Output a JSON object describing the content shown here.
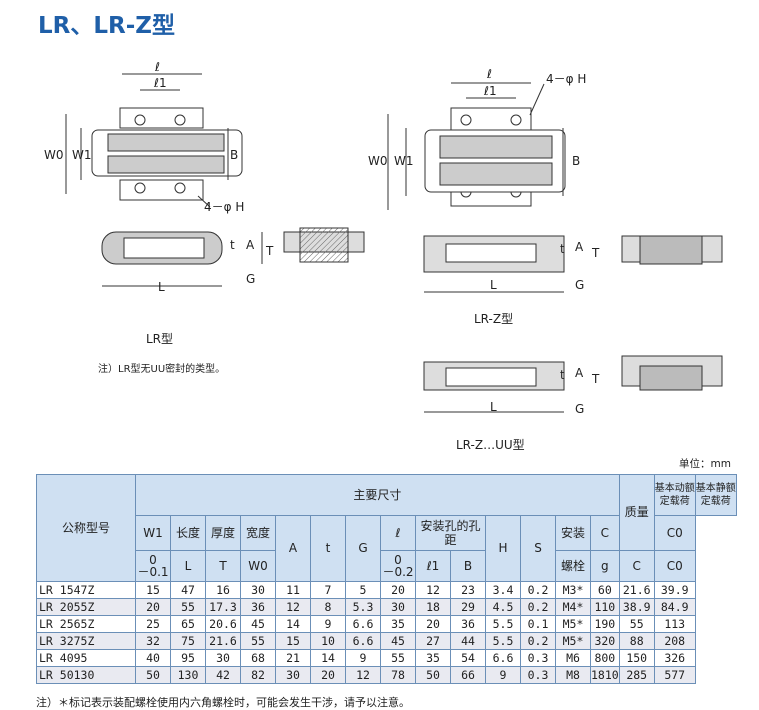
{
  "title": "LR、LR-Z型",
  "diagram_labels": {
    "l": "ℓ",
    "l1": "ℓ1",
    "hole": "4－φ H",
    "W0": "W0",
    "W1": "W1",
    "B": "B",
    "A": "A",
    "T": "T",
    "t": "t",
    "G": "G",
    "L": "L"
  },
  "captions": {
    "lr": "LR型",
    "lrz": "LR-Z型",
    "lrzuu": "LR-Z…UU型",
    "note": "注）LR型无UU密封的类型。"
  },
  "unit": "单位：mm",
  "table": {
    "h_model": "公称型号",
    "h_main": "主要尺寸",
    "h_mass": "质量",
    "h_dyn": "基本动额定载荷",
    "h_static": "基本静额定载荷",
    "h_len": "长度",
    "h_thick": "厚度",
    "h_width": "宽度",
    "h_l": "ℓ",
    "h_hole": "安装孔的孔距",
    "h_mount": "安装",
    "h_bolt": "螺栓",
    "h_W1": "W1",
    "h_W1_tol": "0\n－0.1",
    "h_l_tol": "0\n－0.2",
    "sub": [
      "L",
      "T",
      "W0",
      "A",
      "t",
      "G",
      "ℓ1",
      "B",
      "H",
      "S",
      "g",
      "C",
      "C0"
    ],
    "sub_top": [
      "C",
      "C0"
    ],
    "rows": [
      [
        "LR 1547Z",
        "15",
        "47",
        "16",
        "30",
        "11",
        "7",
        "5",
        "20",
        "12",
        "23",
        "3.4",
        "0.2",
        "M3*",
        "60",
        "21.6",
        "39.9"
      ],
      [
        "LR 2055Z",
        "20",
        "55",
        "17.3",
        "36",
        "12",
        "8",
        "5.3",
        "30",
        "18",
        "29",
        "4.5",
        "0.2",
        "M4*",
        "110",
        "38.9",
        "84.9"
      ],
      [
        "LR 2565Z",
        "25",
        "65",
        "20.6",
        "45",
        "14",
        "9",
        "6.6",
        "35",
        "20",
        "36",
        "5.5",
        "0.1",
        "M5*",
        "190",
        "55",
        "113"
      ],
      [
        "LR 3275Z",
        "32",
        "75",
        "21.6",
        "55",
        "15",
        "10",
        "6.6",
        "45",
        "27",
        "44",
        "5.5",
        "0.2",
        "M5*",
        "320",
        "88",
        "208"
      ],
      [
        "LR 4095",
        "40",
        "95",
        "30",
        "68",
        "21",
        "14",
        "9",
        "55",
        "35",
        "54",
        "6.6",
        "0.3",
        "M6",
        "800",
        "150",
        "326"
      ],
      [
        "LR 50130",
        "50",
        "130",
        "42",
        "82",
        "30",
        "20",
        "12",
        "78",
        "50",
        "66",
        "9",
        "0.3",
        "M8",
        "1810",
        "285",
        "577"
      ]
    ]
  },
  "footnote": "注）＊标记表示装配螺栓使用内六角螺栓时，可能会发生干涉，请予以注意。",
  "colors": {
    "title": "#1f5fa8",
    "header_bg": "#cfe0f2",
    "border": "#6b8fb7",
    "alt_row": "#e9eaf1"
  }
}
